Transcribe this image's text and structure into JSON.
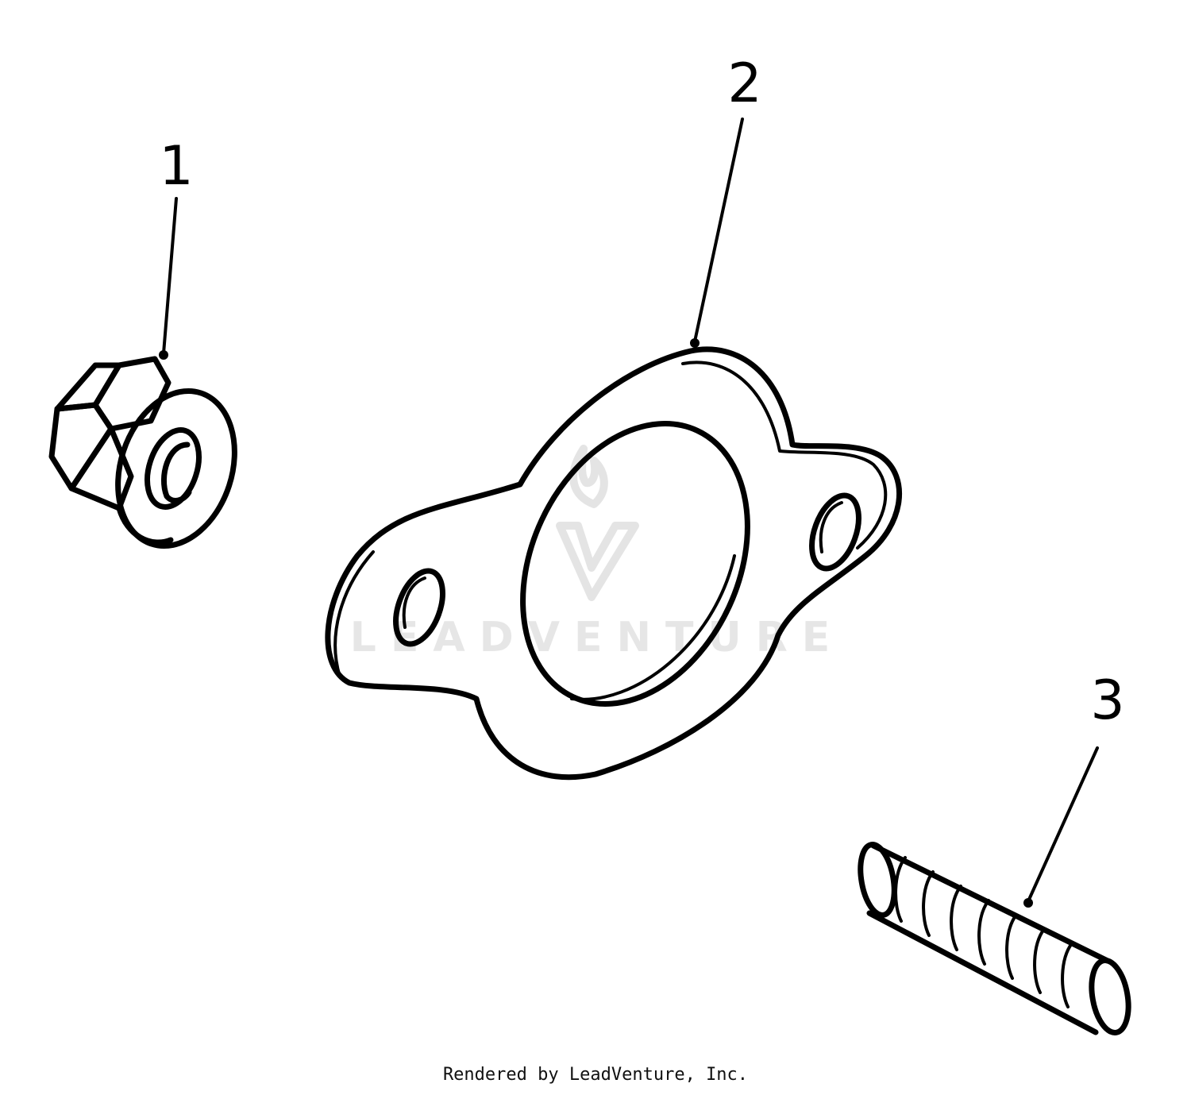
{
  "callouts": [
    {
      "number": "1",
      "part": "nut"
    },
    {
      "number": "2",
      "part": "gasket"
    },
    {
      "number": "3",
      "part": "stud"
    }
  ],
  "watermark": {
    "wordmark": "LEADVENTURE",
    "logo_icon": "leadventure-flame-v-logo-icon",
    "color": "#e6e6e6"
  },
  "credit": "Rendered by LeadVenture, Inc.",
  "colors": {
    "ink": "#000000",
    "background": "#ffffff"
  }
}
